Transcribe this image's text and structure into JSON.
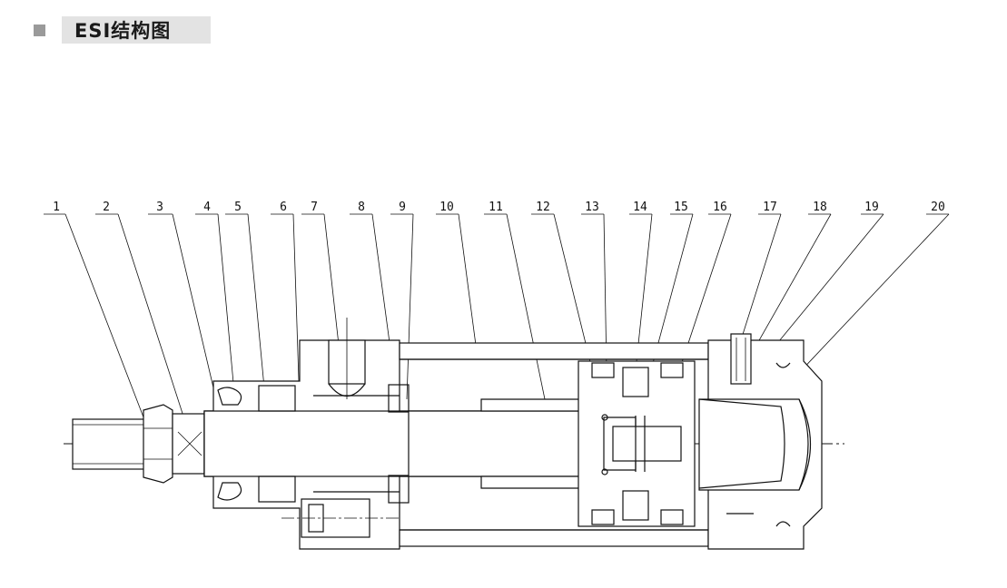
{
  "title": {
    "text": "ESI结构图"
  },
  "part_numbers": [
    "1",
    "2",
    "3",
    "4",
    "5",
    "6",
    "7",
    "8",
    "9",
    "10",
    "11",
    "12",
    "13",
    "14",
    "15",
    "16",
    "17",
    "18",
    "19",
    "20"
  ],
  "colors": {
    "line": "#111111",
    "title_bar": "#e3e3e3",
    "title_square": "#9a9a9a"
  }
}
